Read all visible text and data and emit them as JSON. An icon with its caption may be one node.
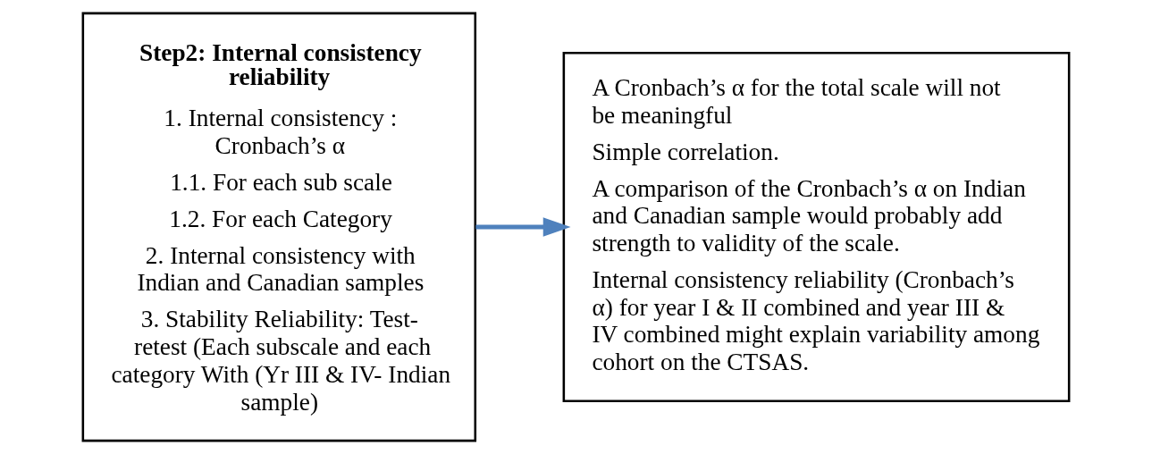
{
  "diagram": {
    "nodes": [
      {
        "text": [
          "Step2: Internal consistency reliability",
          "1. Internal consistency : Cronbach’s α",
          "1.1. For each sub scale",
          "1.2. For each Category",
          "2. Internal consistency with Indian and Canadian samples",
          "3. Stability Reliability: Test-retest (Each subscale and each category With (Yr III & IV- Indian sample)"
        ]
      },
      {
        "text": [
          "A Cronbach’s α for the total scale will not be meaningful",
          "Simple correlation.",
          "A comparison of the Cronbach’s α on Indian and Canadian sample would probably add strength to validity of the scale.",
          "Internal consistency reliability (Cronbach’s α) for year I & II combined and year III & IV combined might explain variability among cohort on the CTSAS."
        ]
      }
    ],
    "edges": [
      {
        "from": 0,
        "to": 1,
        "arrow": "to"
      }
    ]
  }
}
